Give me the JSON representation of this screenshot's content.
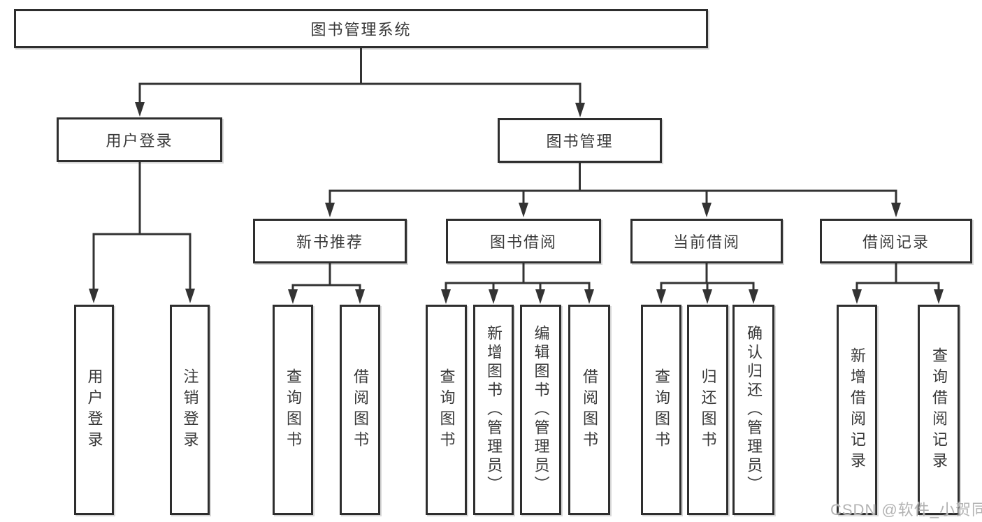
{
  "diagram_title": "图书管理系统",
  "tree": {
    "root": {
      "label": "图书管理系统",
      "children": [
        {
          "label": "用户登录",
          "children": [
            {
              "label": "用户登录"
            },
            {
              "label": "注销登录"
            }
          ]
        },
        {
          "label": "图书管理",
          "children": [
            {
              "label": "新书推荐",
              "children": [
                {
                  "label": "查询图书"
                },
                {
                  "label": "借阅图书"
                }
              ]
            },
            {
              "label": "图书借阅",
              "children": [
                {
                  "label": "查询图书"
                },
                {
                  "label": "新增图书（管理员）"
                },
                {
                  "label": "编辑图书（管理员）"
                },
                {
                  "label": "借阅图书"
                }
              ]
            },
            {
              "label": "当前借阅",
              "children": [
                {
                  "label": "查询图书"
                },
                {
                  "label": "归还图书"
                },
                {
                  "label": "确认归还（管理员）"
                }
              ]
            },
            {
              "label": "借阅记录",
              "children": [
                {
                  "label": "新增借阅记录"
                },
                {
                  "label": "查询借阅记录"
                }
              ]
            }
          ]
        }
      ]
    }
  },
  "watermark": {
    "text": "CSDN @软件_小贺同学"
  },
  "colors": {
    "line": "#333333",
    "box_border": "#2e2e2e",
    "text": "#383838",
    "watermark": "#b3b3b3",
    "background": "#ffffff"
  }
}
